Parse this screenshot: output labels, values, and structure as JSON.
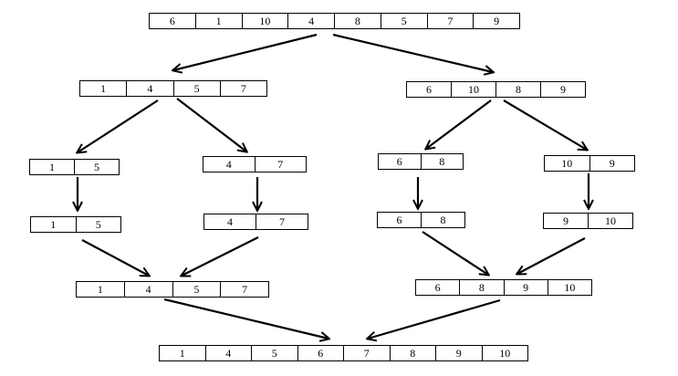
{
  "arrays": {
    "root": [
      "6",
      "1",
      "10",
      "4",
      "8",
      "5",
      "7",
      "9"
    ],
    "left_half": [
      "1",
      "4",
      "5",
      "7"
    ],
    "right_half": [
      "6",
      "10",
      "8",
      "9"
    ],
    "l1": [
      "1",
      "5"
    ],
    "l2": [
      "4",
      "7"
    ],
    "r1": [
      "6",
      "8"
    ],
    "r2": [
      "10",
      "9"
    ],
    "l1_sorted": [
      "1",
      "5"
    ],
    "l2_sorted": [
      "4",
      "7"
    ],
    "r1_sorted": [
      "6",
      "8"
    ],
    "r2_sorted": [
      "9",
      "10"
    ],
    "left_merged": [
      "1",
      "4",
      "5",
      "7"
    ],
    "right_merged": [
      "6",
      "8",
      "9",
      "10"
    ],
    "final": [
      "1",
      "4",
      "5",
      "6",
      "7",
      "8",
      "9",
      "10"
    ]
  }
}
